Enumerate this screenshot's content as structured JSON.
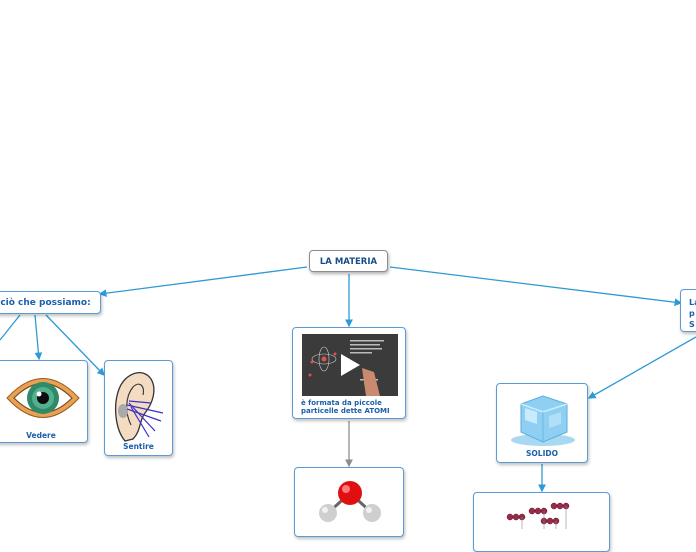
{
  "central": {
    "title": "LA MATERIA"
  },
  "left_branch": {
    "label": "ciò che possiamo:"
  },
  "right_branch": {
    "lines": [
      "La",
      "p",
      "S"
    ]
  },
  "senses": [
    {
      "label": "Vedere",
      "icon": "eye-icon"
    },
    {
      "label": "Sentire",
      "icon": "ear-icon"
    }
  ],
  "center_chain": {
    "atoms_card": {
      "label_lines": [
        "è formata da piccole",
        "particelle dette ATOMI"
      ],
      "media": "video-thumbnail"
    },
    "molecule_card": {
      "icon": "water-molecule-icon"
    }
  },
  "states": [
    {
      "label": "SOLIDO",
      "icon": "ice-cube-icon"
    },
    {
      "label": "",
      "icon": "particle-lattice-icon"
    }
  ],
  "colors": {
    "connector": "#2e9ad6",
    "node_border": "#5b9bd5",
    "label_text": "#1b5fa8",
    "chain_connector": "#8e8e8e",
    "molecule_oxygen": "#e01010",
    "molecule_hydrogen": "#cfcfcf"
  }
}
